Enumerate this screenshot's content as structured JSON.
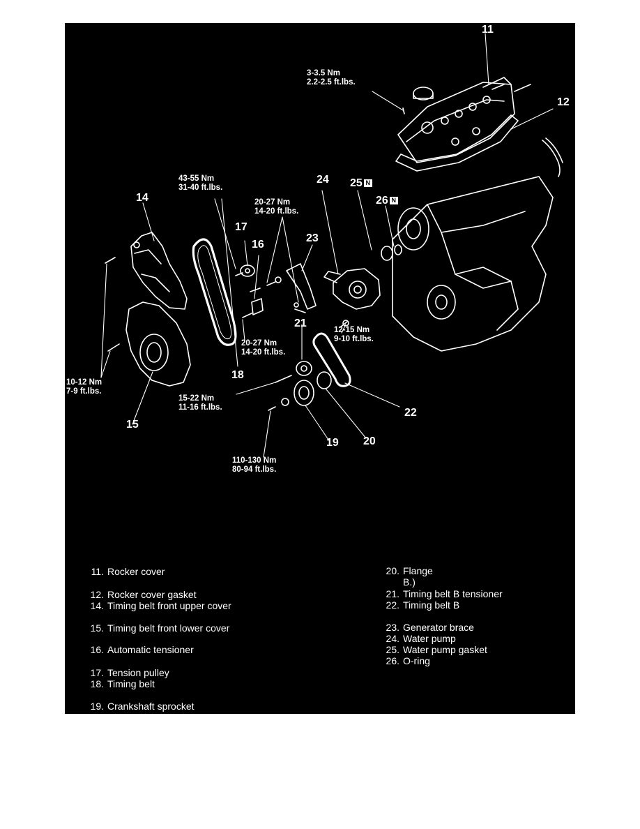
{
  "callouts": {
    "c11": "11",
    "c12": "12",
    "c14": "14",
    "c15": "15",
    "c16": "16",
    "c17": "17",
    "c18": "18",
    "c19": "19",
    "c20": "20",
    "c21": "21",
    "c22": "22",
    "c23": "23",
    "c24": "24",
    "c25": "25",
    "c26": "26",
    "n_badge": "N"
  },
  "torques": {
    "rocker_bolt": [
      "3-3.5 Nm",
      "2.2-2.5 ft.lbs."
    ],
    "tension_pulley_bolt": [
      "43-55 Nm",
      "31-40 ft.lbs."
    ],
    "tensioner_bolts_upper": [
      "20-27 Nm",
      "14-20 ft.lbs."
    ],
    "tensioner_bolts_lower": [
      "20-27 Nm",
      "14-20 ft.lbs."
    ],
    "cover_bolts": [
      "10-12 Nm",
      "7-9 ft.lbs."
    ],
    "water_pump_bolt": [
      "12-15 Nm",
      "9-10 ft.lbs."
    ],
    "belt_b_tensioner_bolt": [
      "15-22 Nm",
      "11-16 ft.lbs."
    ],
    "crank_bolt": [
      "110-130 Nm",
      "80-94 ft.lbs."
    ]
  },
  "legend_left": [
    {
      "num": "11.",
      "text": "Rocker cover"
    },
    {
      "num": "12.",
      "text": "Rocker cover gasket"
    },
    {
      "num": "14.",
      "text": "Timing belt front upper cover"
    },
    {
      "num": "15.",
      "text": "Timing belt front lower cover"
    },
    {
      "num": "16.",
      "text": "Automatic tensioner"
    },
    {
      "num": "17.",
      "text": "Tension pulley"
    },
    {
      "num": "18.",
      "text": "Timing belt"
    },
    {
      "num": "19.",
      "text": "Crankshaft sprocket"
    }
  ],
  "legend_right": [
    {
      "num": "20.",
      "text": "Flange"
    },
    {
      "num": "",
      "text": "B.)"
    },
    {
      "num": "21.",
      "text": "Timing belt B tensioner"
    },
    {
      "num": "22.",
      "text": "Timing belt B"
    },
    {
      "num": "23.",
      "text": "Generator brace"
    },
    {
      "num": "24.",
      "text": "Water pump"
    },
    {
      "num": "25.",
      "text": "Water pump gasket"
    },
    {
      "num": "26.",
      "text": "O-ring"
    }
  ]
}
